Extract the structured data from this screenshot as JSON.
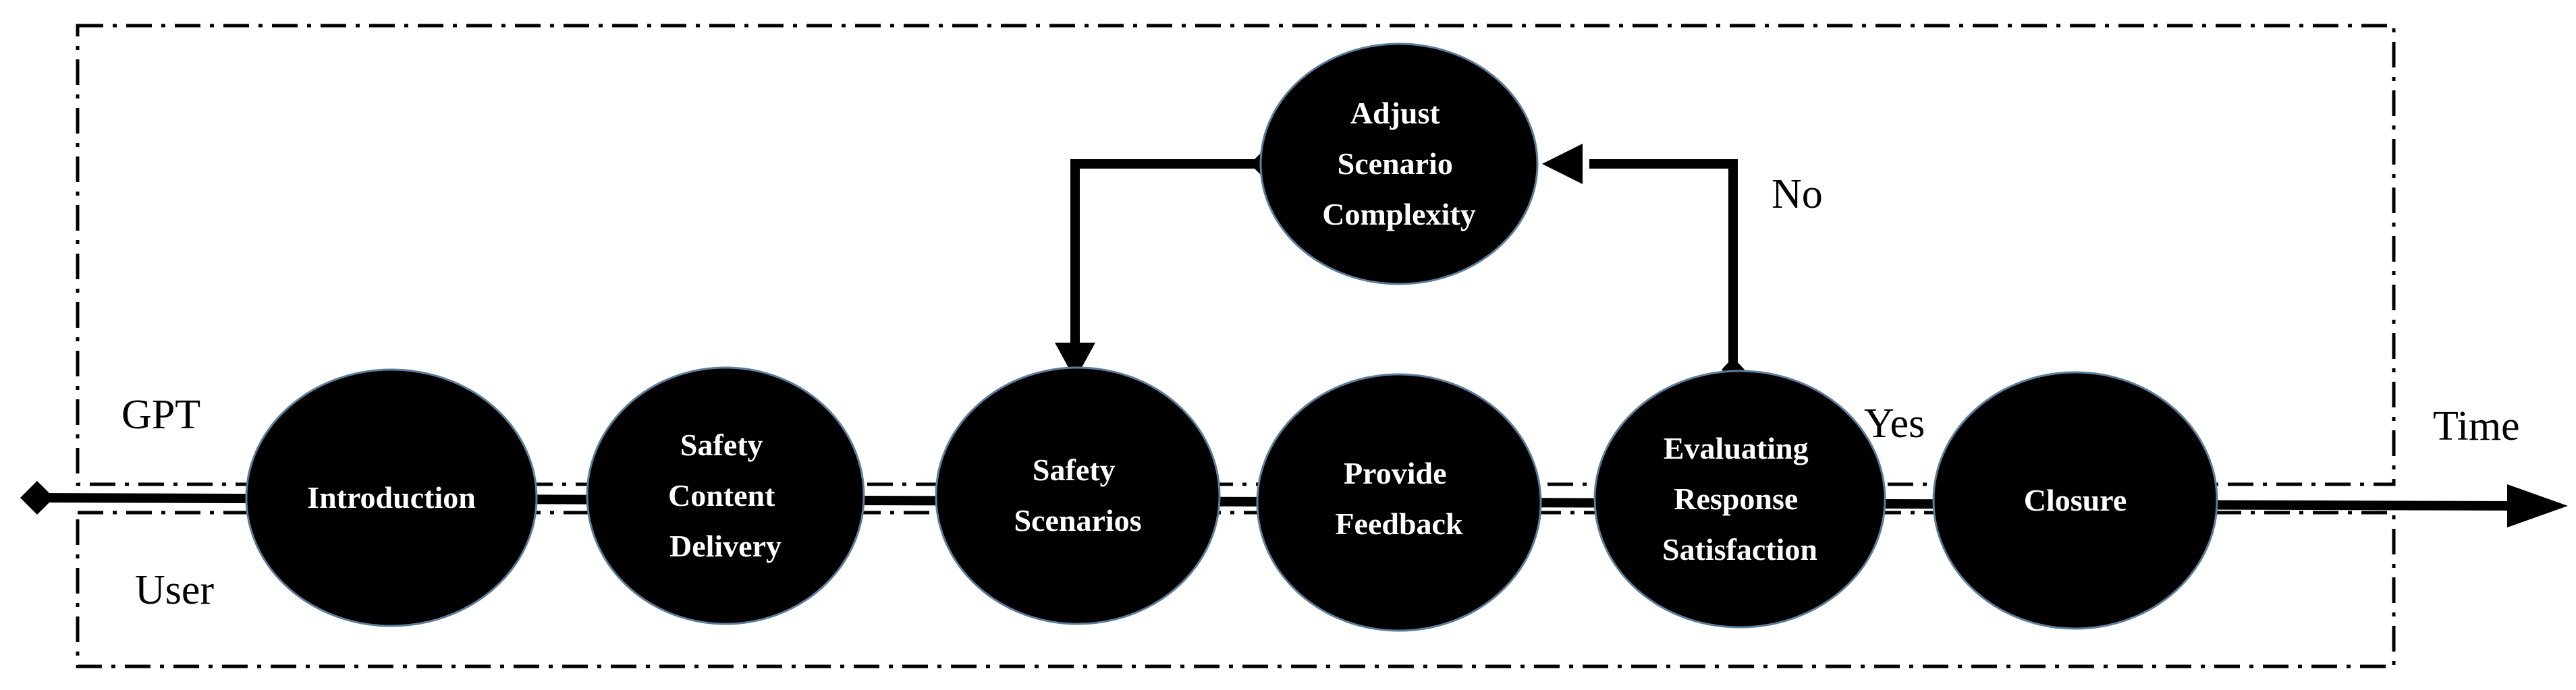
{
  "lanes": {
    "top_label": "GPT",
    "bottom_label": "User"
  },
  "axis": {
    "label": "Time"
  },
  "nodes": {
    "introduction": [
      "Introduction"
    ],
    "safety_content_delivery": [
      "Safety",
      "Content",
      "Delivery"
    ],
    "safety_scenarios": [
      "Safety",
      "Scenarios"
    ],
    "provide_feedback": [
      "Provide",
      "Feedback"
    ],
    "evaluating_response_satisfaction": [
      "Evaluating",
      "Response",
      "Satisfaction"
    ],
    "closure": [
      "Closure"
    ],
    "adjust_scenario_complexity": [
      "Adjust",
      "Scenario",
      "Complexity"
    ]
  },
  "edges": {
    "no_label": "No",
    "yes_label": "Yes"
  },
  "colors": {
    "node_fill": "#000000",
    "node_text": "#ffffff",
    "line": "#000000",
    "background": "#ffffff"
  }
}
